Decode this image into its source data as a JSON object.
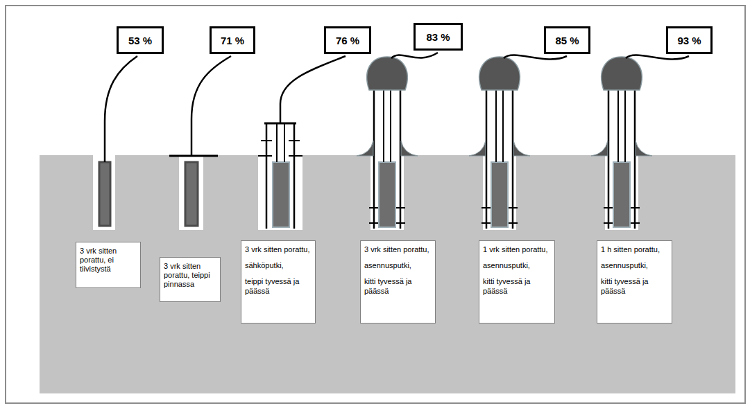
{
  "diagram": {
    "nodes": [
      {
        "text": [
          "53 %"
        ]
      },
      {
        "text": [
          "71 %"
        ]
      },
      {
        "text": [
          "76 %"
        ]
      },
      {
        "text": [
          "83 %"
        ]
      },
      {
        "text": [
          "85 %"
        ]
      },
      {
        "text": [
          "93 %"
        ]
      },
      {
        "text": [
          "3 vrk sitten porattu, ei tiivistystä"
        ]
      },
      {
        "text": [
          "3 vrk sitten porattu, teippi pinnassa"
        ]
      },
      {
        "text": [
          "3 vrk sitten porattu,",
          "sähköputki,",
          "teippi tyvessä ja päässä"
        ]
      },
      {
        "text": [
          "3 vrk sitten porattu,",
          "asennusputki,",
          "kitti tyvessä ja päässä"
        ]
      },
      {
        "text": [
          "1 vrk sitten porattu,",
          "asennusputki,",
          "kitti tyvessä ja päässä"
        ]
      },
      {
        "text": [
          "1 h sitten porattu,",
          "asennusputki,",
          "kitti tyvessä ja päässä"
        ]
      }
    ]
  }
}
